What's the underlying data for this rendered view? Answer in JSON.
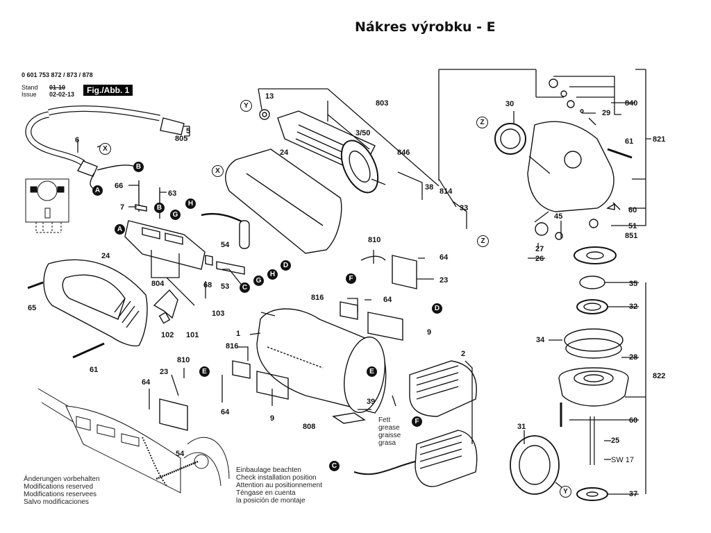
{
  "title": "Nákres výrobku - E",
  "header": {
    "part_numbers": "0 601 753 872 / 873 / 878",
    "stand_label": "Stand",
    "issue_label": "Issue",
    "stand_date": "01-10",
    "issue_date": "02-02-13",
    "figure_label": "Fig./Abb. 1"
  },
  "notes": {
    "changes": [
      "Änderungen vorbehalten",
      "Modifications reserved",
      "Modifications reservees",
      "Salvo modificaciones"
    ],
    "installation": [
      "Einbaulage beachten",
      "Check installation position",
      "Attention au positionnement",
      "Téngase en cuenta",
      "la posición de montaje"
    ],
    "grease": [
      "Fett",
      "grease",
      "graisse",
      "grasa"
    ]
  },
  "part_labels": [
    {
      "id": "p5",
      "text": "5"
    },
    {
      "id": "p805",
      "text": "805"
    },
    {
      "id": "p6",
      "text": "6"
    },
    {
      "id": "p66",
      "text": "66"
    },
    {
      "id": "p63",
      "text": "63"
    },
    {
      "id": "p7",
      "text": "7"
    },
    {
      "id": "p24a",
      "text": "24"
    },
    {
      "id": "p24b",
      "text": "24"
    },
    {
      "id": "p65",
      "text": "65"
    },
    {
      "id": "p804",
      "text": "804"
    },
    {
      "id": "p68",
      "text": "68"
    },
    {
      "id": "p53",
      "text": "53"
    },
    {
      "id": "p54a",
      "text": "54"
    },
    {
      "id": "p102",
      "text": "102"
    },
    {
      "id": "p101",
      "text": "101"
    },
    {
      "id": "p61a",
      "text": "61"
    },
    {
      "id": "p103",
      "text": "103"
    },
    {
      "id": "p1",
      "text": "1"
    },
    {
      "id": "p13",
      "text": "13"
    },
    {
      "id": "p803",
      "text": "803"
    },
    {
      "id": "p350",
      "text": "3/50"
    },
    {
      "id": "p846",
      "text": "846"
    },
    {
      "id": "p38",
      "text": "38"
    },
    {
      "id": "p814",
      "text": "814"
    },
    {
      "id": "p33",
      "text": "33"
    },
    {
      "id": "p810a",
      "text": "810"
    },
    {
      "id": "p64a",
      "text": "64"
    },
    {
      "id": "p23a",
      "text": "23"
    },
    {
      "id": "p816a",
      "text": "816"
    },
    {
      "id": "p64b",
      "text": "64"
    },
    {
      "id": "p9a",
      "text": "9"
    },
    {
      "id": "p2",
      "text": "2"
    },
    {
      "id": "p816b",
      "text": "816"
    },
    {
      "id": "p810b",
      "text": "810"
    },
    {
      "id": "p23b",
      "text": "23"
    },
    {
      "id": "p64c",
      "text": "64"
    },
    {
      "id": "p64d",
      "text": "64"
    },
    {
      "id": "p9b",
      "text": "9"
    },
    {
      "id": "p808",
      "text": "808"
    },
    {
      "id": "p39",
      "text": "39"
    },
    {
      "id": "p54b",
      "text": "54"
    },
    {
      "id": "p30",
      "text": "30"
    },
    {
      "id": "p840",
      "text": "840"
    },
    {
      "id": "p29",
      "text": "29"
    },
    {
      "id": "p61b",
      "text": "61"
    },
    {
      "id": "p821",
      "text": "821"
    },
    {
      "id": "p60a",
      "text": "60"
    },
    {
      "id": "p51",
      "text": "51"
    },
    {
      "id": "p851",
      "text": "851"
    },
    {
      "id": "p45",
      "text": "45"
    },
    {
      "id": "p27",
      "text": "27"
    },
    {
      "id": "p26",
      "text": "26"
    },
    {
      "id": "p35",
      "text": "35"
    },
    {
      "id": "p32",
      "text": "32"
    },
    {
      "id": "p34",
      "text": "34"
    },
    {
      "id": "p28",
      "text": "28"
    },
    {
      "id": "p822",
      "text": "822"
    },
    {
      "id": "p60b",
      "text": "60"
    },
    {
      "id": "p31",
      "text": "31"
    },
    {
      "id": "p25",
      "text": "25"
    },
    {
      "id": "psw17",
      "text": "SW 17"
    },
    {
      "id": "p37",
      "text": "37"
    }
  ],
  "connection_markers": [
    {
      "id": "mA1",
      "text": "A",
      "style": "filled"
    },
    {
      "id": "mB1",
      "text": "B",
      "style": "filled"
    },
    {
      "id": "mX1",
      "text": "X",
      "style": "outline"
    },
    {
      "id": "mA2",
      "text": "A",
      "style": "filled"
    },
    {
      "id": "mB2",
      "text": "B",
      "style": "filled"
    },
    {
      "id": "mG1",
      "text": "G",
      "style": "filled"
    },
    {
      "id": "mH1",
      "text": "H",
      "style": "filled"
    },
    {
      "id": "mD1",
      "text": "D",
      "style": "filled"
    },
    {
      "id": "mH2",
      "text": "H",
      "style": "filled"
    },
    {
      "id": "mG2",
      "text": "G",
      "style": "filled"
    },
    {
      "id": "mC1",
      "text": "C",
      "style": "filled"
    },
    {
      "id": "mX2",
      "text": "X",
      "style": "outline"
    },
    {
      "id": "mY1",
      "text": "Y",
      "style": "outline"
    },
    {
      "id": "mZ1",
      "text": "Z",
      "style": "outline"
    },
    {
      "id": "mZ2",
      "text": "Z",
      "style": "outline"
    },
    {
      "id": "mF1",
      "text": "F",
      "style": "filled"
    },
    {
      "id": "mD2",
      "text": "D",
      "style": "filled"
    },
    {
      "id": "mE1",
      "text": "E",
      "style": "filled"
    },
    {
      "id": "mE2",
      "text": "E",
      "style": "filled"
    },
    {
      "id": "mF2",
      "text": "F",
      "style": "filled"
    },
    {
      "id": "mC2",
      "text": "C",
      "style": "filled"
    },
    {
      "id": "mY2",
      "text": "Y",
      "style": "outline"
    }
  ]
}
